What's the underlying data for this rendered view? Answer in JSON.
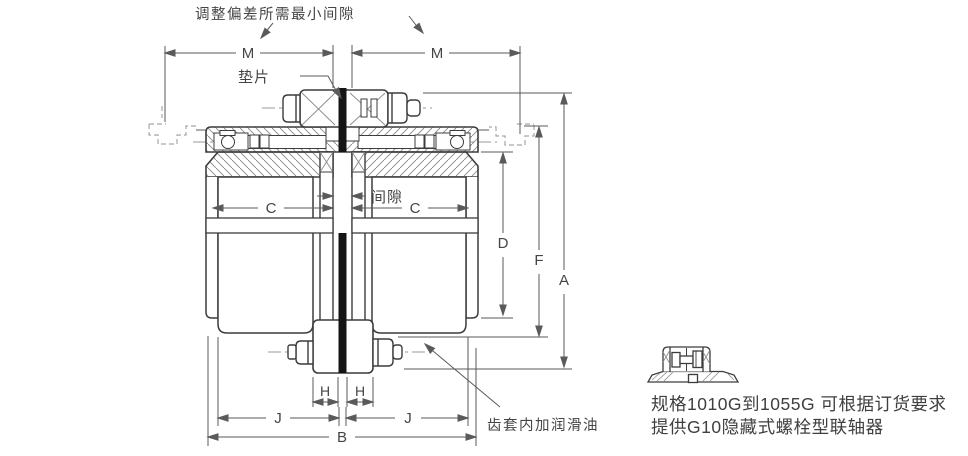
{
  "diagram": {
    "top_note": "调整偏差所需最小间隙",
    "shim_label": "垫片",
    "gap_label": "间隙",
    "lube_note": "齿套内加润滑油",
    "dim_labels": {
      "m_left": "M",
      "m_right": "M",
      "c_left": "C",
      "c_right": "C",
      "d": "D",
      "f": "F",
      "a": "A",
      "h_left": "H",
      "h_right": "H",
      "j_left": "J",
      "j_right": "J",
      "b": "B"
    },
    "colors": {
      "object_line": "#3c3c3c",
      "dimension_line": "#5a5a5a",
      "hatch": "#8a8a8a",
      "phantom": "#a6a6a6",
      "shim_fill": "#151515",
      "background": "#ffffff"
    }
  },
  "side_note": {
    "line1": "规格1010G到1055G 可根据订货要求",
    "line2": "提供G10隐藏式螺栓型联轴器"
  }
}
